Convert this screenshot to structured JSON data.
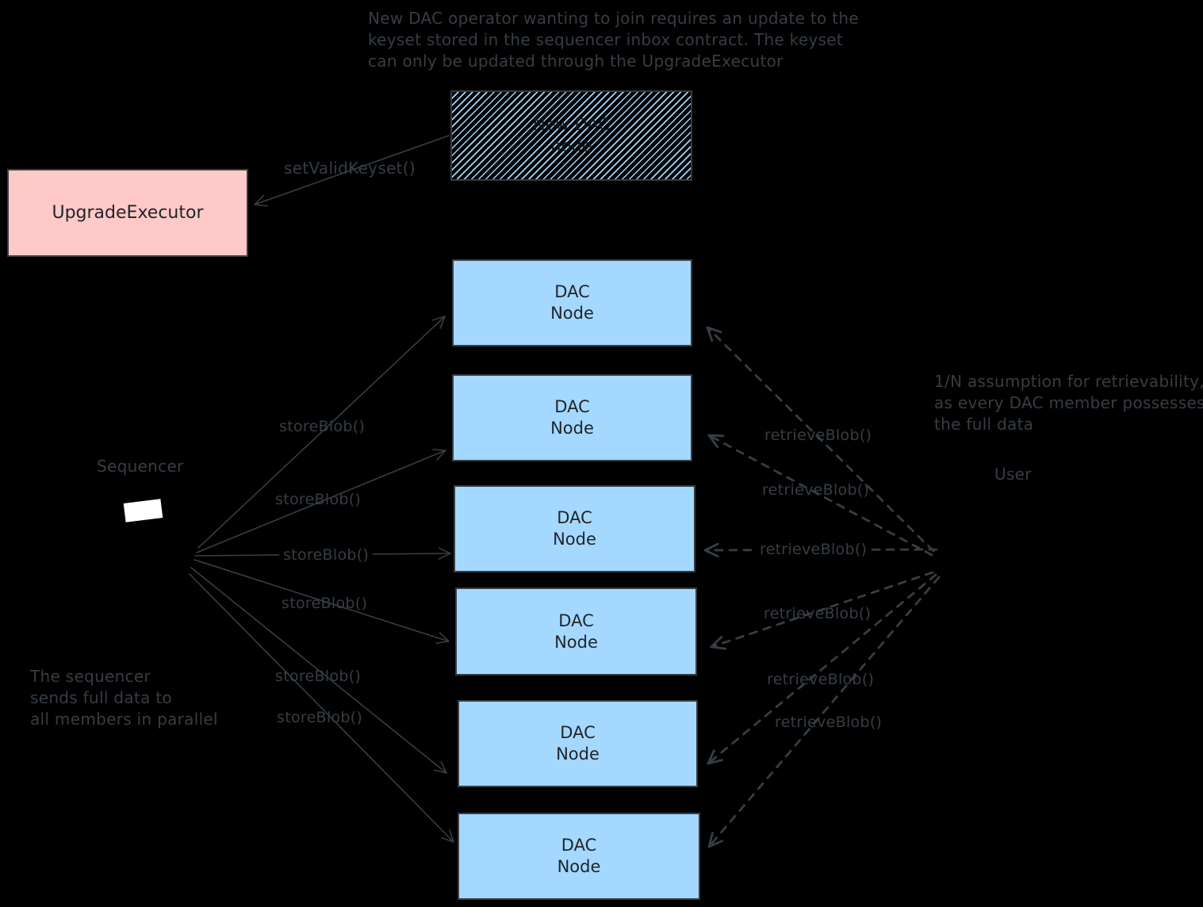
{
  "colors": {
    "background": "#000000",
    "stroke": "#373d44",
    "dac_node_fill": "#a5d8ff",
    "upgrade_executor_fill": "#ffc9c9",
    "sequencer_screen": "#ffffff"
  },
  "notes": {
    "top": [
      "New DAC operator wanting to join requires an update to the",
      "keyset stored in the sequencer inbox contract. The keyset",
      "can only be updated through the UpgradeExecutor"
    ],
    "left": [
      "The sequencer",
      "sends full data to",
      "all members in parallel"
    ],
    "right": [
      "1/N assumption for retrievability,",
      "as every DAC member possesses",
      "the full data"
    ]
  },
  "nodes": {
    "upgrade_executor": {
      "label": "UpgradeExecutor"
    },
    "new_dac_node": {
      "line1": "New DAC",
      "line2": "node"
    },
    "dac_node": {
      "line1": "DAC",
      "line2": "Node"
    },
    "dac_node_count": 6,
    "sequencer": {
      "label": "Sequencer"
    },
    "user": {
      "label": "User"
    }
  },
  "edge_labels": {
    "set_valid_keyset": "setValidKeyset()",
    "store_blob": "storeBlob()",
    "retrieve_blob": "retrieveBlob()"
  }
}
